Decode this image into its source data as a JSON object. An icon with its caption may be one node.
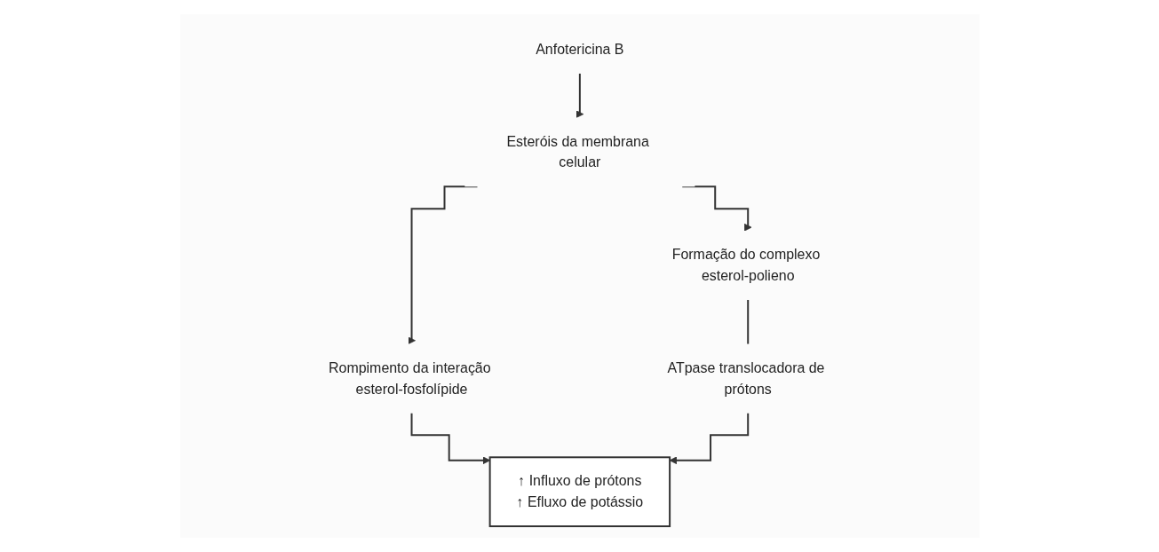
{
  "diagram": {
    "nodes": [
      {
        "text": [
          "Anfotericina B"
        ]
      },
      {
        "text": [
          "Esteróis da membrana celular"
        ]
      },
      {
        "text": [
          "Rompimento da interação esterol-fosfolípide"
        ]
      },
      {
        "text": [
          "Formação do complexo esterol-polieno"
        ]
      },
      {
        "text": [
          "ATpase translocadora de prótons"
        ]
      },
      {
        "text": [
          "↑ Influxo de prótons",
          "↑ Efluxo de potássio"
        ]
      }
    ],
    "edges": [
      {
        "from": 0,
        "to": 1,
        "arrow": "to"
      },
      {
        "from": 1,
        "to": 2,
        "arrow": "to"
      },
      {
        "from": 1,
        "to": 3,
        "arrow": "to"
      },
      {
        "from": 2,
        "to": 5,
        "arrow": "to"
      },
      {
        "from": 3,
        "to": 4,
        "arrow": "none"
      },
      {
        "from": 4,
        "to": 5,
        "arrow": "to"
      }
    ]
  }
}
